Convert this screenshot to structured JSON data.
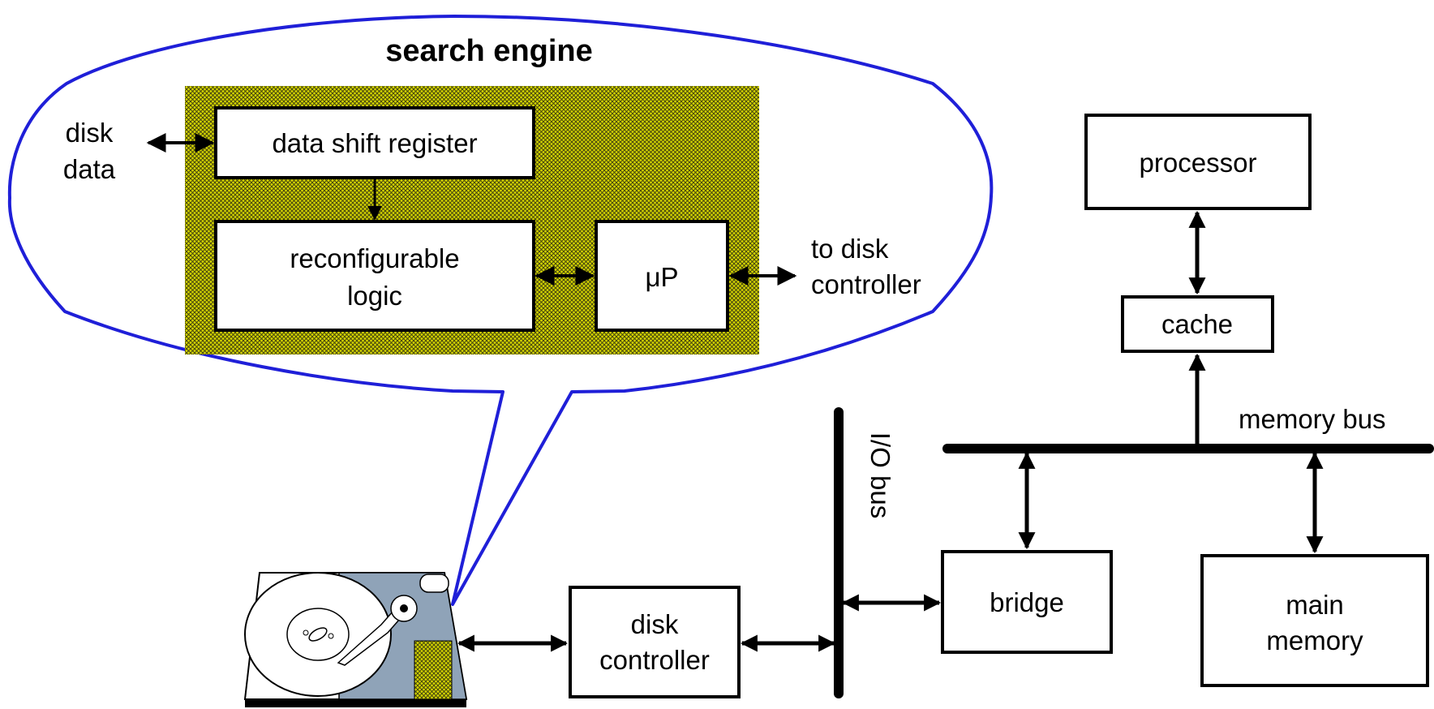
{
  "search_engine": {
    "title": "search engine",
    "disk_data_line1": "disk",
    "disk_data_line2": "data",
    "data_shift_register": "data shift register",
    "reconfigurable_logic_line1": "reconfigurable",
    "reconfigurable_logic_line2": "logic",
    "microprocessor": "μP",
    "to_disk_controller_line1": "to disk",
    "to_disk_controller_line2": "controller"
  },
  "system": {
    "processor": "processor",
    "cache": "cache",
    "memory_bus": "memory bus",
    "io_bus": "I/O bus",
    "bridge": "bridge",
    "main_memory_line1": "main",
    "main_memory_line2": "memory",
    "disk_controller_line1": "disk",
    "disk_controller_line2": "controller"
  },
  "colors": {
    "bubble_outline": "#1f1fd8",
    "engine_fill": "#c8c800",
    "disk_body": "#8fa3b8",
    "ink": "#000000"
  },
  "icons": [
    "hard-disk-drive-icon"
  ]
}
